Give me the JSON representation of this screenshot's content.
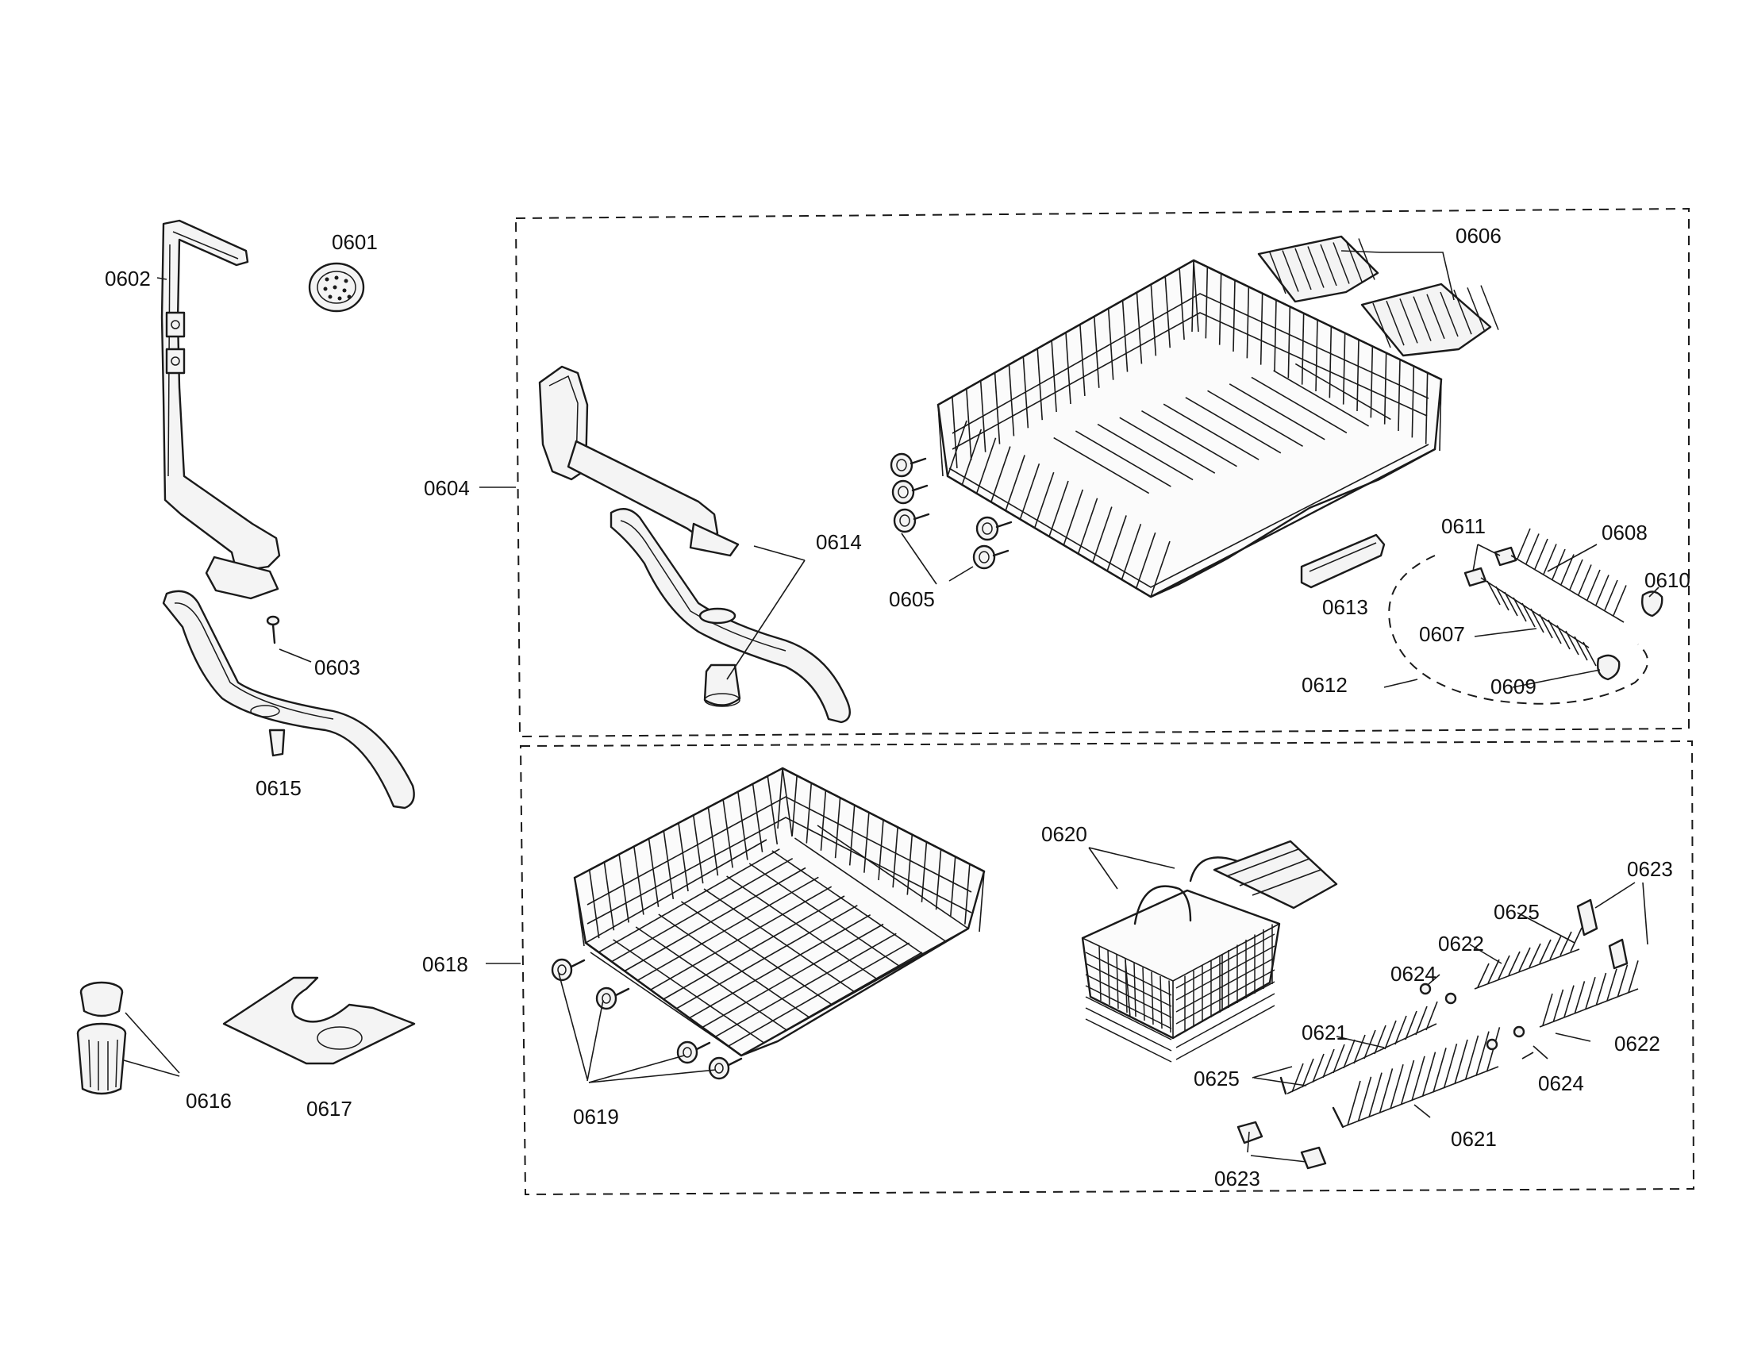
{
  "callouts": {
    "c0601": "0601",
    "c0602": "0602",
    "c0603": "0603",
    "c0604": "0604",
    "c0605": "0605",
    "c0606": "0606",
    "c0607": "0607",
    "c0608": "0608",
    "c0609": "0609",
    "c0610": "0610",
    "c0611": "0611",
    "c0612": "0612",
    "c0613": "0613",
    "c0614": "0614",
    "c0615": "0615",
    "c0616": "0616",
    "c0617": "0617",
    "c0618": "0618",
    "c0619": "0619",
    "c0620": "0620",
    "c0621a": "0621",
    "c0621b": "0621",
    "c0622a": "0622",
    "c0622b": "0622",
    "c0623a": "0623",
    "c0623b": "0623",
    "c0624a": "0624",
    "c0624b": "0624",
    "c0625a": "0625",
    "c0625b": "0625"
  },
  "colors": {
    "line": "#1a1a1a",
    "background": "#ffffff"
  }
}
